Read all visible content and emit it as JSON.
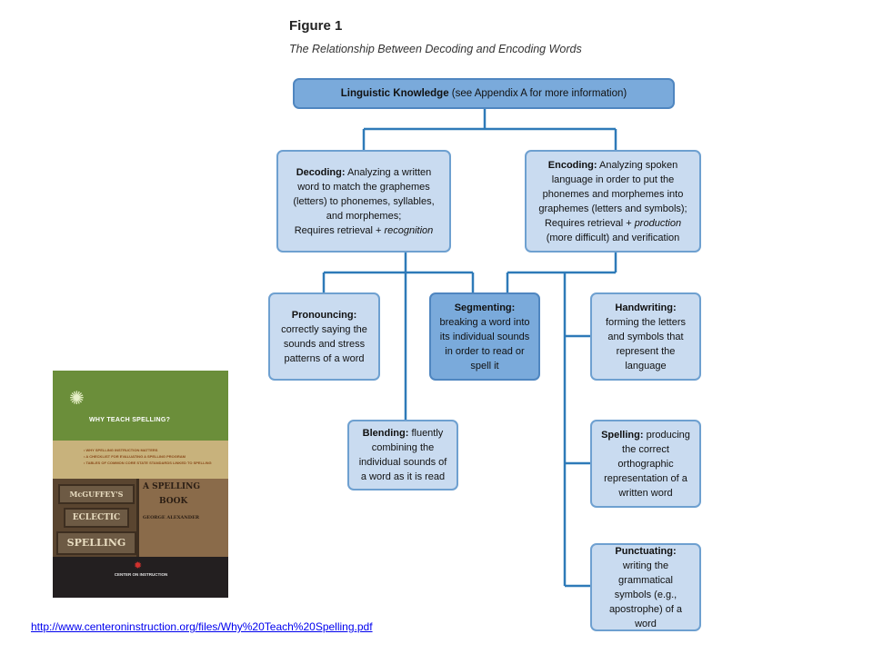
{
  "figure": {
    "title": "Figure 1",
    "subtitle": "The Relationship Between Decoding and Encoding Words"
  },
  "nodes": {
    "linguistic": {
      "bold": "Linguistic Knowledge",
      "rest": " (see Appendix A for more information)"
    },
    "decoding": {
      "bold": "Decoding:",
      "line1": " Analyzing a written word to match the graphemes (letters) to phonemes, syllables, and morphemes;",
      "line2a": "Requires retrieval + ",
      "line2b": "recognition"
    },
    "encoding": {
      "bold": "Encoding:",
      "line1": " Analyzing spoken language in order to put the phonemes and morphemes into graphemes (letters and symbols);",
      "line2a": "Requires retrieval + ",
      "line2b": "production",
      "line3": " (more difficult) and verification"
    },
    "pronouncing": {
      "bold": "Pronouncing:",
      "rest": "correctly saying the sounds and stress patterns of a word"
    },
    "segmenting": {
      "bold": "Segmenting:",
      "rest": "breaking a word into its individual sounds in order to read or spell it"
    },
    "handwriting": {
      "bold": "Handwriting:",
      "rest": "forming the letters and symbols that represent the language"
    },
    "blending": {
      "bold": "Blending:",
      "rest": " fluently combining the individual sounds of a word as it is read"
    },
    "spelling": {
      "bold": "Spelling:",
      "rest": " producing the correct orthographic representation of a written word"
    },
    "punctuating": {
      "bold": "Punctuating:",
      "rest": " writing the grammatical symbols (e.g., apostrophe) of a word"
    }
  },
  "cover": {
    "title": "WHY TEACH SPELLING?",
    "bullets": [
      "• WHY SPELLING INSTRUCTION MATTERS",
      "• A CHECKLIST FOR EVALUATING A SPELLING PROGRAM",
      "• TABLES OF COMMON CORE STATE STANDARDS LINKED TO SPELLING"
    ],
    "plaque1": "McGUFFEY'S",
    "plaque2": "ECLECTIC",
    "plaque3": "SPELLING",
    "book1": "A SPELLING",
    "book2": "BOOK",
    "book3": "GEORGE ALEXANDER",
    "logo": "CENTER ON INSTRUCTION"
  },
  "link": "http://www.centeroninstruction.org/files/Why%20Teach%20Spelling.pdf",
  "colors": {
    "box_light": "#c9dbf0",
    "box_dark": "#7aaadb",
    "wire": "#2e7ab8"
  }
}
